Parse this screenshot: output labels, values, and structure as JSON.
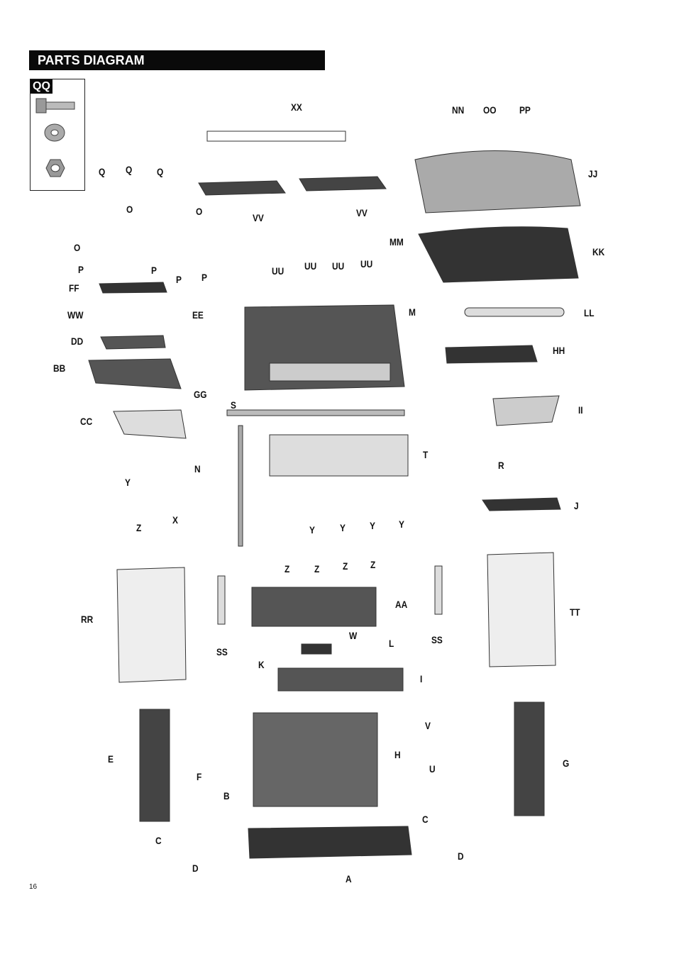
{
  "header": {
    "title": "PARTS DIAGRAM"
  },
  "inset": {
    "label": "QQ"
  },
  "labels": [
    "XX",
    "NN",
    "OO",
    "PP",
    "JJ",
    "Q",
    "Q",
    "Q",
    "VV",
    "VV",
    "O",
    "O",
    "O",
    "MM",
    "KK",
    "UU",
    "UU",
    "UU",
    "UU",
    "P",
    "P",
    "P",
    "P",
    "FF",
    "WW",
    "EE",
    "M",
    "LL",
    "DD",
    "HH",
    "BB",
    "GG",
    "S",
    "CC",
    "II",
    "T",
    "N",
    "R",
    "Y",
    "J",
    "X",
    "Z",
    "Y",
    "Y",
    "Y",
    "Y",
    "Z",
    "Z",
    "Z",
    "Z",
    "AA",
    "RR",
    "TT",
    "SS",
    "SS",
    "W",
    "L",
    "K",
    "I",
    "V",
    "E",
    "H",
    "G",
    "U",
    "F",
    "B",
    "C",
    "C",
    "D",
    "D",
    "A"
  ],
  "page_number": "16"
}
